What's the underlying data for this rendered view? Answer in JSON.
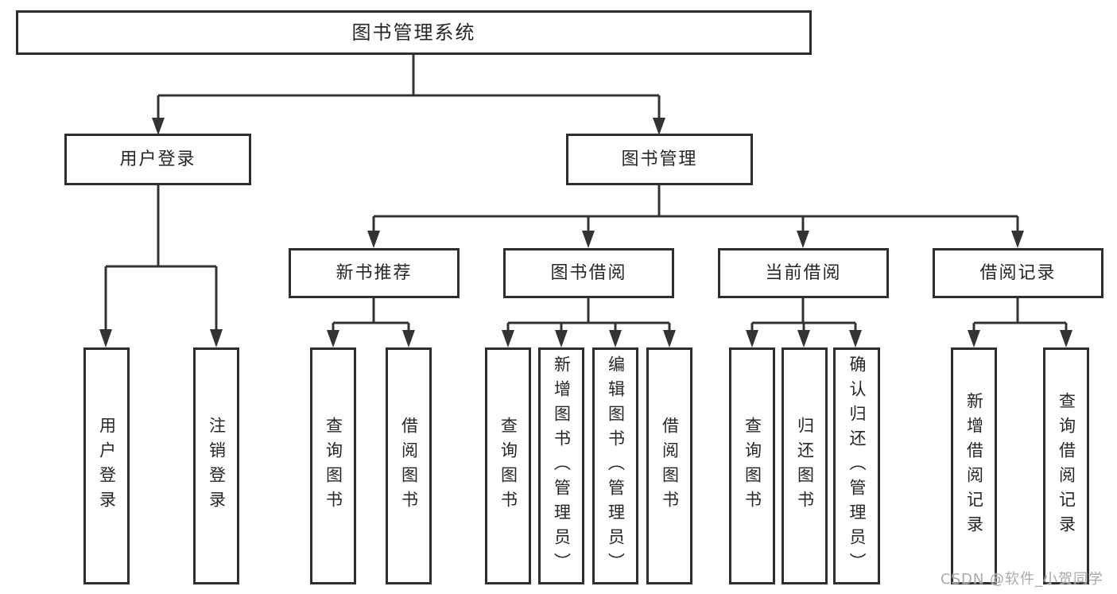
{
  "diagram": {
    "root": {
      "label": "图书管理系统"
    },
    "level2": [
      {
        "label": "用户登录"
      },
      {
        "label": "图书管理"
      }
    ],
    "level3": [
      {
        "label": "新书推荐",
        "parent": "图书管理"
      },
      {
        "label": "图书借阅",
        "parent": "图书管理"
      },
      {
        "label": "当前借阅",
        "parent": "图书管理"
      },
      {
        "label": "借阅记录",
        "parent": "图书管理"
      }
    ],
    "leaves": [
      {
        "label": "用户登录",
        "parent": "用户登录"
      },
      {
        "label": "注销登录",
        "parent": "用户登录"
      },
      {
        "label": "查询图书",
        "parent": "新书推荐"
      },
      {
        "label": "借阅图书",
        "parent": "新书推荐"
      },
      {
        "label": "查询图书",
        "parent": "图书借阅"
      },
      {
        "label": "新增图书（管理员）",
        "parent": "图书借阅"
      },
      {
        "label": "编辑图书（管理员）",
        "parent": "图书借阅"
      },
      {
        "label": "借阅图书",
        "parent": "图书借阅"
      },
      {
        "label": "查询图书",
        "parent": "当前借阅"
      },
      {
        "label": "归还图书",
        "parent": "当前借阅"
      },
      {
        "label": "确认归还（管理员）",
        "parent": "当前借阅"
      },
      {
        "label": "新增借阅记录",
        "parent": "借阅记录"
      },
      {
        "label": "查询借阅记录",
        "parent": "借阅记录"
      }
    ]
  },
  "watermark": {
    "text": "CSDN @软件_小贺同学"
  },
  "colors": {
    "line": "#333333",
    "border": "#2e2e2e",
    "text": "#262626",
    "watermark": "#a9a9a9",
    "background": "#ffffff"
  }
}
